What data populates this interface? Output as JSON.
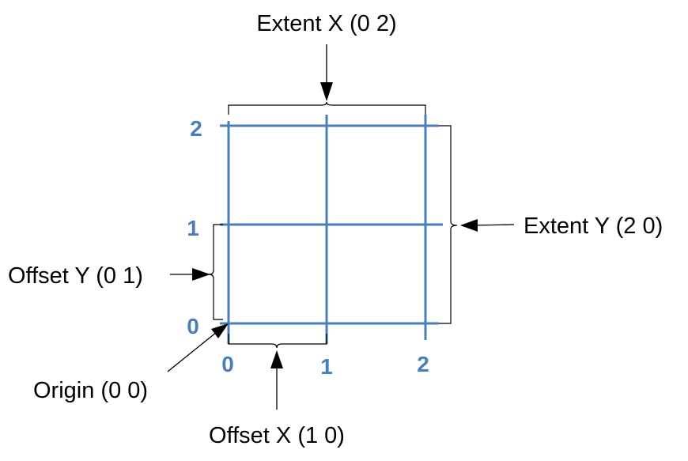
{
  "grid": {
    "x_ticks": [
      "0",
      "1",
      "2"
    ],
    "y_ticks": [
      "0",
      "1",
      "2"
    ],
    "line_color": "#4a7ebb"
  },
  "labels": {
    "extent_x": "Extent X (0 2)",
    "extent_y": "Extent Y (2 0)",
    "offset_y": "Offset Y (0 1)",
    "offset_x": "Offset X (1 0)",
    "origin": "Origin (0 0)"
  }
}
